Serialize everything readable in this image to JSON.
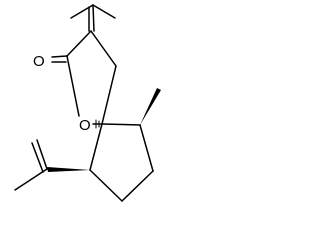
{
  "molecule": {
    "atom_labels": {
      "carbonyl_oxygen": "O",
      "ring_oxygen": "O"
    },
    "stereo_centers": [
      "spiro-carbon",
      "methyl-bearing-carbon",
      "isopropenyl-bearing-carbon"
    ],
    "bond_color": "#000000",
    "background_color": "#ffffff"
  }
}
